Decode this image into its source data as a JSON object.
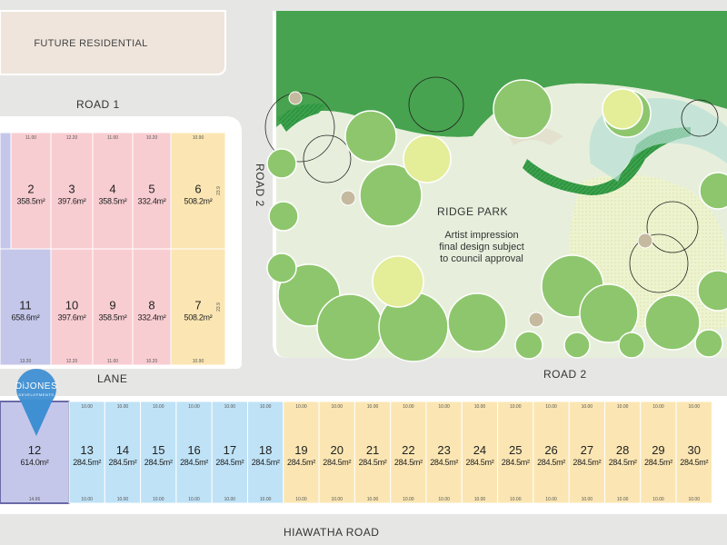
{
  "labels": {
    "future_residential": "FUTURE RESIDENTIAL",
    "road1": "ROAD 1",
    "road2_vertical": "ROAD 2",
    "road2_horizontal": "ROAD 2",
    "lane": "LANE",
    "hiawatha": "HIAWATHA ROAD",
    "park_title": "RIDGE PARK",
    "park_note_1": "Artist impression",
    "park_note_2": "final design subject",
    "park_note_3": "to council approval",
    "brand_name": "DiJONES",
    "brand_sub": "DEVELOPMENTS"
  },
  "colors": {
    "red_lot": "#f8cdd2",
    "yellow_lot": "#fbe6b3",
    "purple_lot": "#c5c7ea",
    "blue_lot": "#bfe2f6",
    "selected_outline": "#6a6aa8",
    "marker": "#3f8fd3",
    "future_residential": "#efe5dc",
    "road": "#e6e6e4",
    "park_lawn": "#e7efdc",
    "park_bush": "#37a24a"
  },
  "lots_top": [
    {
      "id": "2",
      "number": "2",
      "area": "358.5m²",
      "status": "red",
      "top_dim": "11.00",
      "bottom_dim": ""
    },
    {
      "id": "3",
      "number": "3",
      "area": "397.6m²",
      "status": "red",
      "top_dim": "12.20",
      "bottom_dim": ""
    },
    {
      "id": "4",
      "number": "4",
      "area": "358.5m²",
      "status": "red",
      "top_dim": "11.00",
      "bottom_dim": ""
    },
    {
      "id": "5",
      "number": "5",
      "area": "332.4m²",
      "status": "red",
      "top_dim": "10.20",
      "bottom_dim": ""
    },
    {
      "id": "6",
      "number": "6",
      "area": "508.2m²",
      "status": "yellow",
      "top_dim": "10.90",
      "side_dim": "23.9"
    },
    {
      "id": "11",
      "number": "11",
      "area": "658.6m²",
      "status": "purple",
      "top_dim": "",
      "bottom_dim": "13.20"
    },
    {
      "id": "10",
      "number": "10",
      "area": "397.6m²",
      "status": "red",
      "top_dim": "",
      "bottom_dim": "12.20"
    },
    {
      "id": "9",
      "number": "9",
      "area": "358.5m²",
      "status": "red",
      "top_dim": "",
      "bottom_dim": "11.00"
    },
    {
      "id": "8",
      "number": "8",
      "area": "332.4m²",
      "status": "red",
      "top_dim": "",
      "bottom_dim": "10.20"
    },
    {
      "id": "7",
      "number": "7",
      "area": "508.2m²",
      "status": "yellow",
      "top_dim": "",
      "bottom_dim": "10.90",
      "side_dim": "23.9"
    }
  ],
  "lots_bottom": [
    {
      "id": "12",
      "number": "12",
      "area": "614.0m²",
      "status": "purple",
      "top_dim": "",
      "bottom_dim": "14.96"
    },
    {
      "id": "13",
      "number": "13",
      "area": "284.5m²",
      "status": "blue",
      "top_dim": "10.00",
      "bottom_dim": "10.00"
    },
    {
      "id": "14",
      "number": "14",
      "area": "284.5m²",
      "status": "blue",
      "top_dim": "10.00",
      "bottom_dim": "10.00"
    },
    {
      "id": "15",
      "number": "15",
      "area": "284.5m²",
      "status": "blue",
      "top_dim": "10.00",
      "bottom_dim": "10.00"
    },
    {
      "id": "16",
      "number": "16",
      "area": "284.5m²",
      "status": "blue",
      "top_dim": "10.00",
      "bottom_dim": "10.00"
    },
    {
      "id": "17",
      "number": "17",
      "area": "284.5m²",
      "status": "blue",
      "top_dim": "10.00",
      "bottom_dim": "10.00"
    },
    {
      "id": "18",
      "number": "18",
      "area": "284.5m²",
      "status": "blue",
      "top_dim": "10.00",
      "bottom_dim": "10.00"
    },
    {
      "id": "19",
      "number": "19",
      "area": "284.5m²",
      "status": "yellow",
      "top_dim": "10.00",
      "bottom_dim": "10.00"
    },
    {
      "id": "20",
      "number": "20",
      "area": "284.5m²",
      "status": "yellow",
      "top_dim": "10.00",
      "bottom_dim": "10.00"
    },
    {
      "id": "21",
      "number": "21",
      "area": "284.5m²",
      "status": "yellow",
      "top_dim": "10.00",
      "bottom_dim": "10.00"
    },
    {
      "id": "22",
      "number": "22",
      "area": "284.5m²",
      "status": "yellow",
      "top_dim": "10.00",
      "bottom_dim": "10.00"
    },
    {
      "id": "23",
      "number": "23",
      "area": "284.5m²",
      "status": "yellow",
      "top_dim": "10.00",
      "bottom_dim": "10.00"
    },
    {
      "id": "24",
      "number": "24",
      "area": "284.5m²",
      "status": "yellow",
      "top_dim": "10.00",
      "bottom_dim": "10.00"
    },
    {
      "id": "25",
      "number": "25",
      "area": "284.5m²",
      "status": "yellow",
      "top_dim": "10.00",
      "bottom_dim": "10.00"
    },
    {
      "id": "26",
      "number": "26",
      "area": "284.5m²",
      "status": "yellow",
      "top_dim": "10.00",
      "bottom_dim": "10.00"
    },
    {
      "id": "27",
      "number": "27",
      "area": "284.5m²",
      "status": "yellow",
      "top_dim": "10.00",
      "bottom_dim": "10.00"
    },
    {
      "id": "28",
      "number": "28",
      "area": "284.5m²",
      "status": "yellow",
      "top_dim": "10.00",
      "bottom_dim": "10.00"
    },
    {
      "id": "29",
      "number": "29",
      "area": "284.5m²",
      "status": "yellow",
      "top_dim": "10.00",
      "bottom_dim": "10.00"
    },
    {
      "id": "30",
      "number": "30",
      "area": "284.5m²",
      "status": "yellow",
      "top_dim": "10.00",
      "bottom_dim": "10.00"
    }
  ]
}
